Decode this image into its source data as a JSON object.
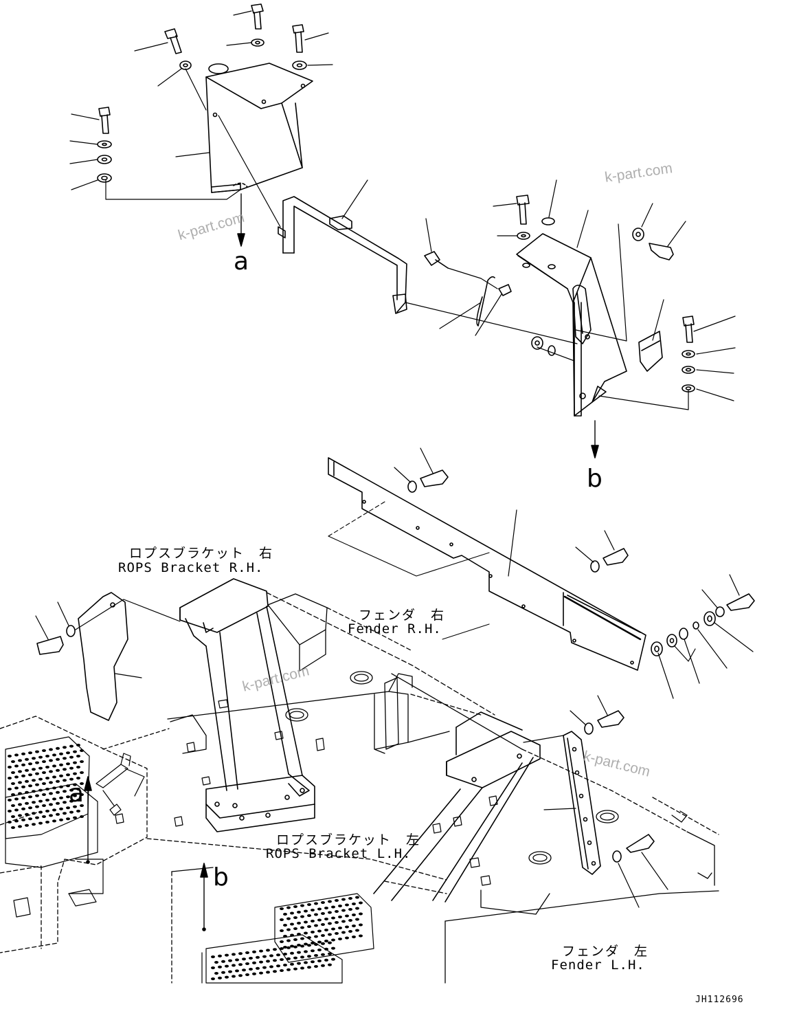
{
  "labels": {
    "rops_rh_jp": "ロプスブラケット　右",
    "rops_rh_en": "ROPS Bracket R.H.",
    "fender_rh_jp": "フェンダ　右",
    "fender_rh_en": "Fender R.H.",
    "rops_lh_jp": "ロプスブラケット　左",
    "rops_lh_en": "ROPS Bracket L.H.",
    "fender_lh_jp": "フェンダ　左",
    "fender_lh_en": "Fender L.H."
  },
  "refs": {
    "a_top": "a",
    "b_top": "b",
    "a_bottom": "a",
    "b_bottom": "b"
  },
  "watermark": "k-part.com",
  "drawing_number": "JH112696",
  "colors": {
    "line": "#000000",
    "watermark": "#9a9a9a",
    "background": "#ffffff"
  }
}
